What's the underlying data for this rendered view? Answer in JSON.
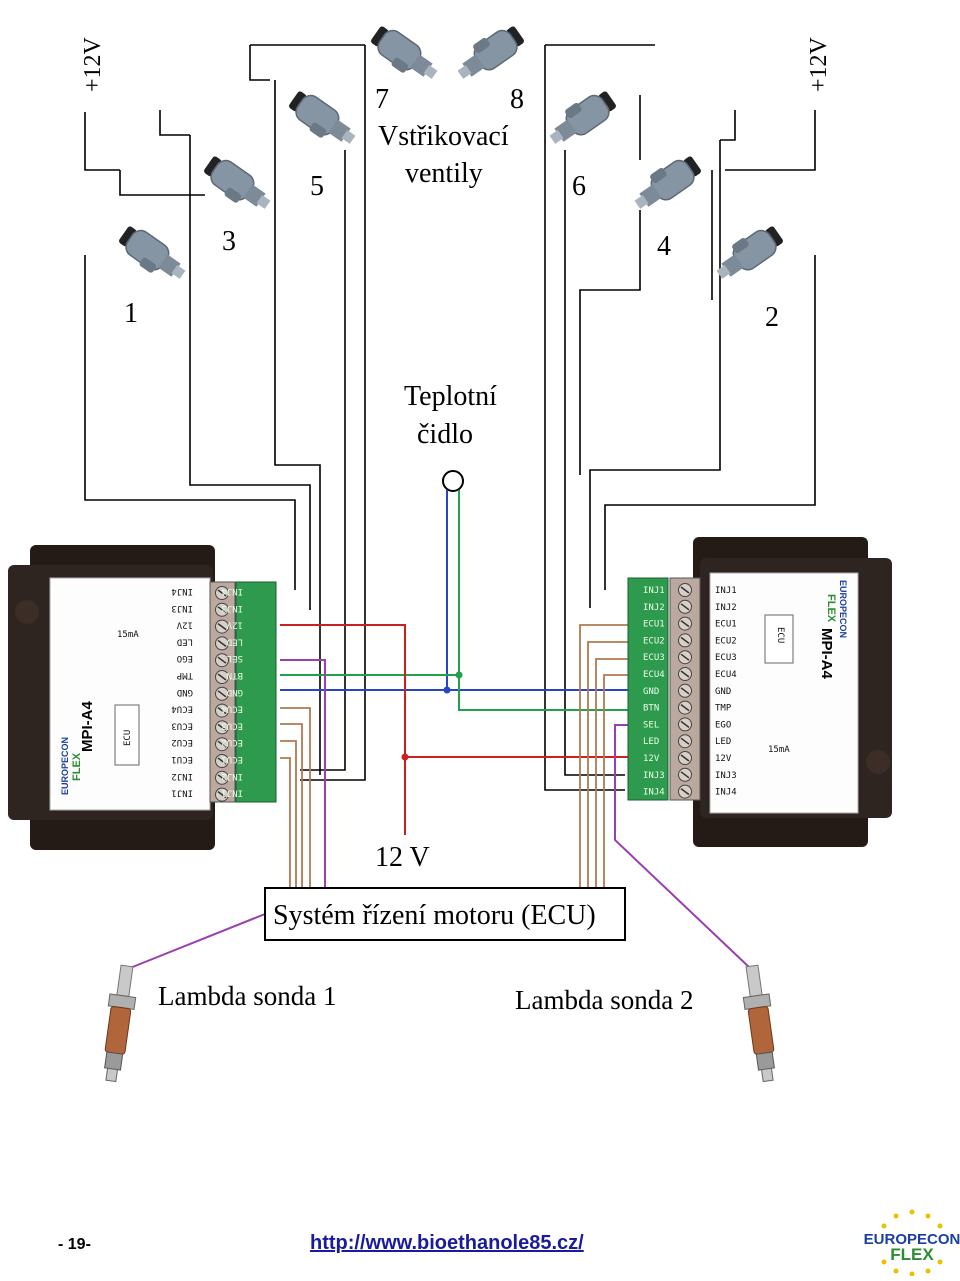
{
  "title": {
    "line1": "Vstřikovací",
    "line2": "ventily"
  },
  "injectors": [
    "1",
    "2",
    "3",
    "4",
    "5",
    "6",
    "7",
    "8"
  ],
  "supply": {
    "left": "+12V",
    "right": "+12V"
  },
  "sensor": {
    "line1": "Teplotní",
    "line2": "čidlo"
  },
  "power_label": "12 V",
  "ecu_box": "Systém řízení motoru (ECU)",
  "lambda": {
    "left": "Lambda sonda 1",
    "right": "Lambda sonda 2"
  },
  "module": {
    "name": "MPI-A4",
    "brand": "EUROPECON FLEX",
    "ecu_label": "ECU",
    "current": "15mA",
    "left_pins": [
      "INJ4",
      "INJ3",
      "12V",
      "LED",
      "EGO",
      "TMP",
      "GND",
      "ECU4",
      "ECU3",
      "ECU2",
      "ECU1",
      "INJ2",
      "INJ1"
    ],
    "right_pins": [
      "INJ1",
      "INJ2",
      "ECU1",
      "ECU2",
      "ECU3",
      "ECU4",
      "GND",
      "TMP",
      "EGO",
      "LED",
      "12V",
      "INJ3",
      "INJ4"
    ],
    "left_terms": [
      "INJ4",
      "INJ3",
      "12V",
      "LED",
      "SEL",
      "BTN",
      "GND",
      "ECU4",
      "ECU3",
      "ECU2",
      "ECU1",
      "INJ2",
      "INJ1"
    ],
    "right_terms": [
      "INJ1",
      "INJ2",
      "ECU1",
      "ECU2",
      "ECU3",
      "ECU4",
      "GND",
      "BTN",
      "SEL",
      "LED",
      "12V",
      "INJ3",
      "INJ4"
    ]
  },
  "footer": {
    "page": "- 19-",
    "url": "http://www.bioethanole85.cz/",
    "logo_line1": "EUROPECON",
    "logo_line2": "FLEX"
  },
  "colors": {
    "red": "#cc1f1f",
    "green": "#22a04a",
    "blue": "#2a44c8",
    "purple": "#9a3fb0",
    "brown": "#b07a50",
    "wire": "#000000",
    "injector": "#7f8e9c"
  }
}
